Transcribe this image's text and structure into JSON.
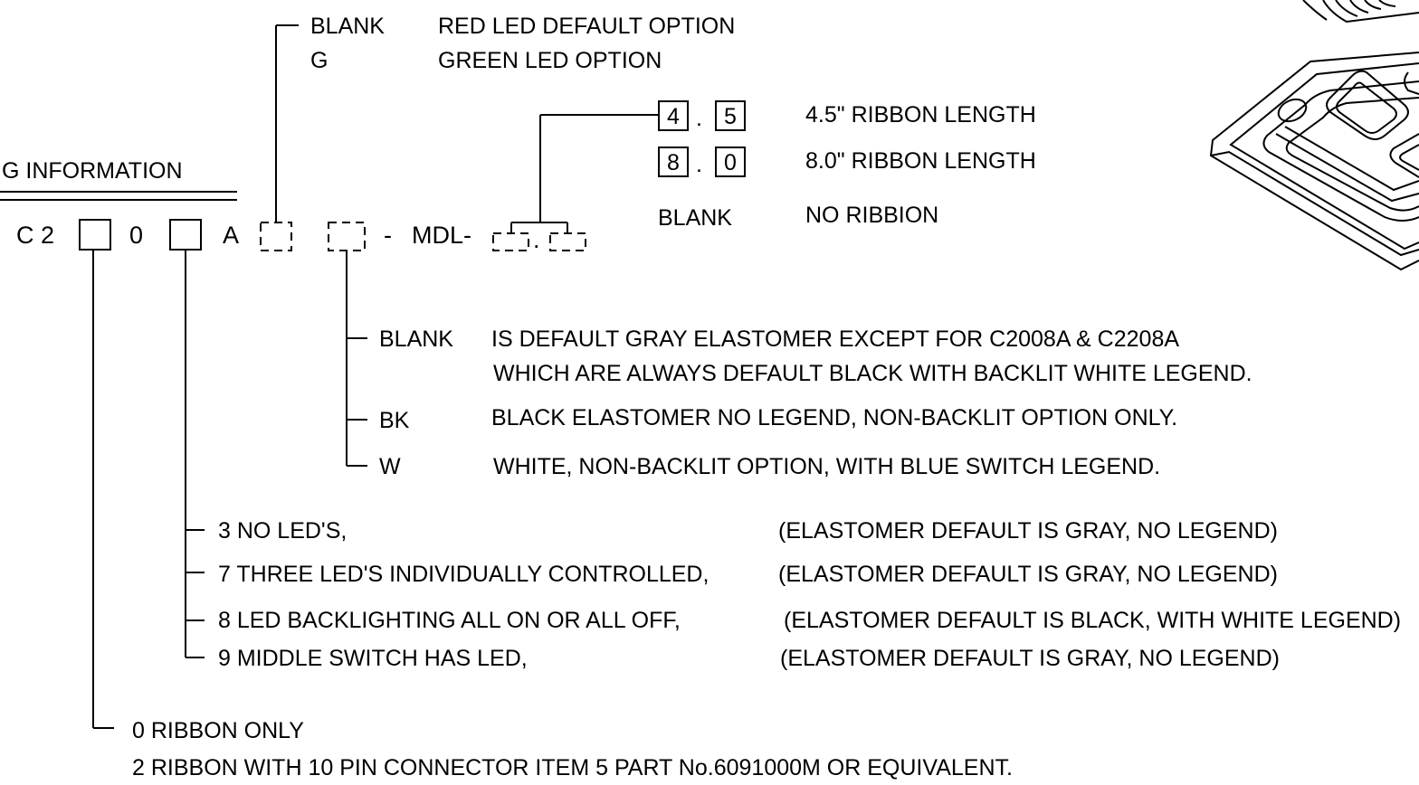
{
  "heading": "G INFORMATION",
  "part_code": {
    "c2": "C 2",
    "zero": "0",
    "a": "A",
    "hyphen": "-",
    "mdl": "MDL-",
    "dot": "."
  },
  "led_color": {
    "options": [
      {
        "code": "BLANK",
        "desc": "RED LED DEFAULT OPTION"
      },
      {
        "code": "G",
        "desc": "GREEN LED OPTION"
      }
    ]
  },
  "ribbon_length": {
    "options": [
      {
        "d1": "4",
        "dot": ".",
        "d2": "5",
        "desc": "4.5\" RIBBON LENGTH"
      },
      {
        "d1": "8",
        "dot": ".",
        "d2": "0",
        "desc": "8.0\" RIBBON LENGTH"
      },
      {
        "code": "BLANK",
        "desc": "NO RIBBION"
      }
    ]
  },
  "elastomer": {
    "options": [
      {
        "code": "BLANK",
        "desc": "IS DEFAULT  GRAY ELASTOMER EXCEPT FOR C2008A & C2208A",
        "desc2": "WHICH ARE ALWAYS DEFAULT BLACK WITH BACKLIT WHITE LEGEND."
      },
      {
        "code": "BK",
        "desc": "BLACK ELASTOMER NO LEGEND, NON-BACKLIT OPTION ONLY."
      },
      {
        "code": "W",
        "desc": "WHITE, NON-BACKLIT OPTION, WITH BLUE SWITCH LEGEND."
      }
    ]
  },
  "led_type": {
    "options": [
      {
        "desc": "3  NO LED'S,",
        "note": "(ELASTOMER DEFAULT IS GRAY, NO LEGEND)"
      },
      {
        "desc": "7  THREE LED'S INDIVIDUALLY CONTROLLED,",
        "note": "(ELASTOMER DEFAULT IS GRAY, NO LEGEND)"
      },
      {
        "desc": "8  LED BACKLIGHTING ALL ON OR ALL OFF,",
        "note": "(ELASTOMER DEFAULT IS BLACK, WITH WHITE LEGEND)"
      },
      {
        "desc": "9  MIDDLE SWITCH HAS LED,",
        "note": "(ELASTOMER DEFAULT IS GRAY, NO LEGEND)"
      }
    ]
  },
  "connector": {
    "options": [
      {
        "desc": "0  RIBBON ONLY"
      },
      {
        "desc": "2  RIBBON WITH 10 PIN CONNECTOR ITEM 5 PART No.6091000M OR EQUIVALENT."
      }
    ]
  },
  "illustration": {
    "name": "keypad-drawing"
  }
}
